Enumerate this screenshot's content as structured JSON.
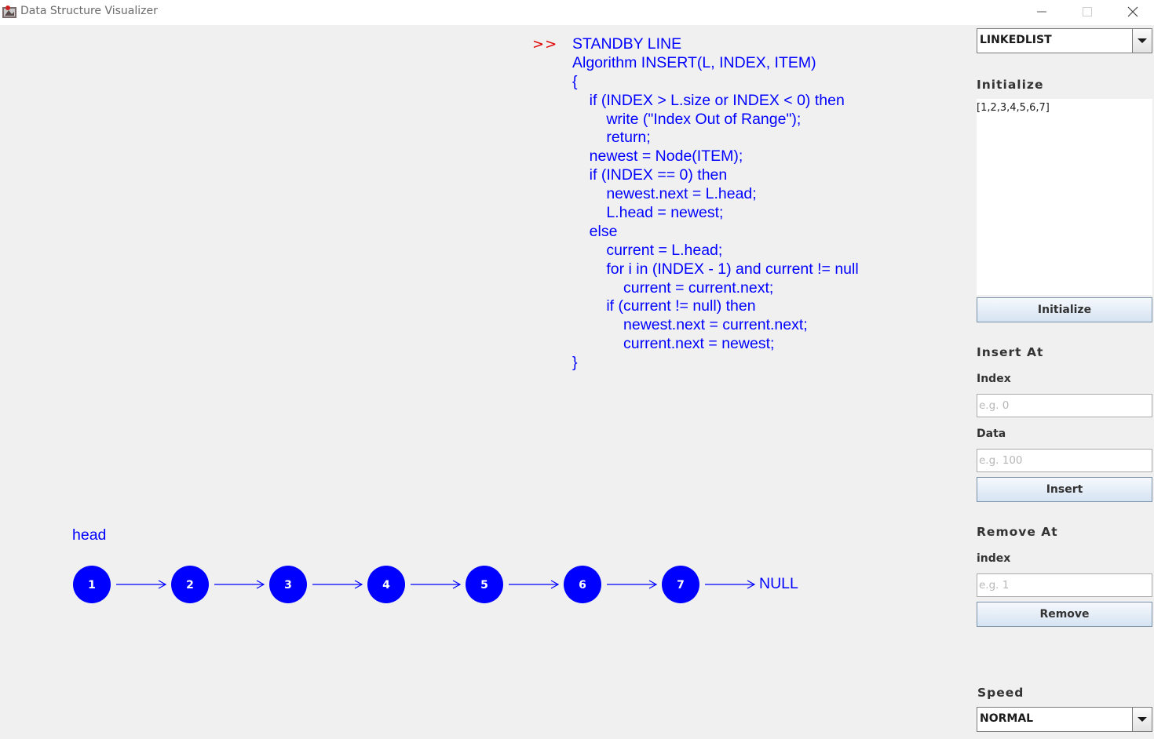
{
  "window": {
    "title": "Data Structure Visualizer",
    "controls": {
      "minimize": "—",
      "maximize": "☐",
      "close": "✕"
    }
  },
  "code_panel": {
    "marker": ">>",
    "lines": [
      "STANDBY LINE",
      "Algorithm INSERT(L, INDEX, ITEM)",
      "{",
      "    if (INDEX > L.size or INDEX < 0) then",
      "        write (\"Index Out of Range\");",
      "        return;",
      "    newest = Node(ITEM);",
      "    if (INDEX == 0) then",
      "        newest.next = L.head;",
      "        L.head = newest;",
      "    else",
      "        current = L.head;",
      "        for i in (INDEX - 1) and current != null",
      "            current = current.next;",
      "        if (current != null) then",
      "            newest.next = current.next;",
      "            current.next = newest;",
      "}"
    ]
  },
  "visualization": {
    "head_label": "head",
    "nodes": [
      "1",
      "2",
      "3",
      "4",
      "5",
      "6",
      "7"
    ],
    "null_label": "NULL",
    "node_color": "#0000ff",
    "text_color": "#0000ff"
  },
  "sidebar": {
    "structure_select": {
      "value": "LINKEDLIST"
    },
    "initialize": {
      "title": "Initialize",
      "value": "[1,2,3,4,5,6,7]",
      "button": "Initialize"
    },
    "insert": {
      "title": "Insert At",
      "index_label": "Index",
      "index_placeholder": "e.g. 0",
      "data_label": "Data",
      "data_placeholder": "e.g. 100",
      "button": "Insert"
    },
    "remove": {
      "title": "Remove At",
      "index_label": "index",
      "index_placeholder": "e.g. 1",
      "button": "Remove"
    },
    "speed": {
      "title": "Speed",
      "value": "NORMAL"
    }
  }
}
